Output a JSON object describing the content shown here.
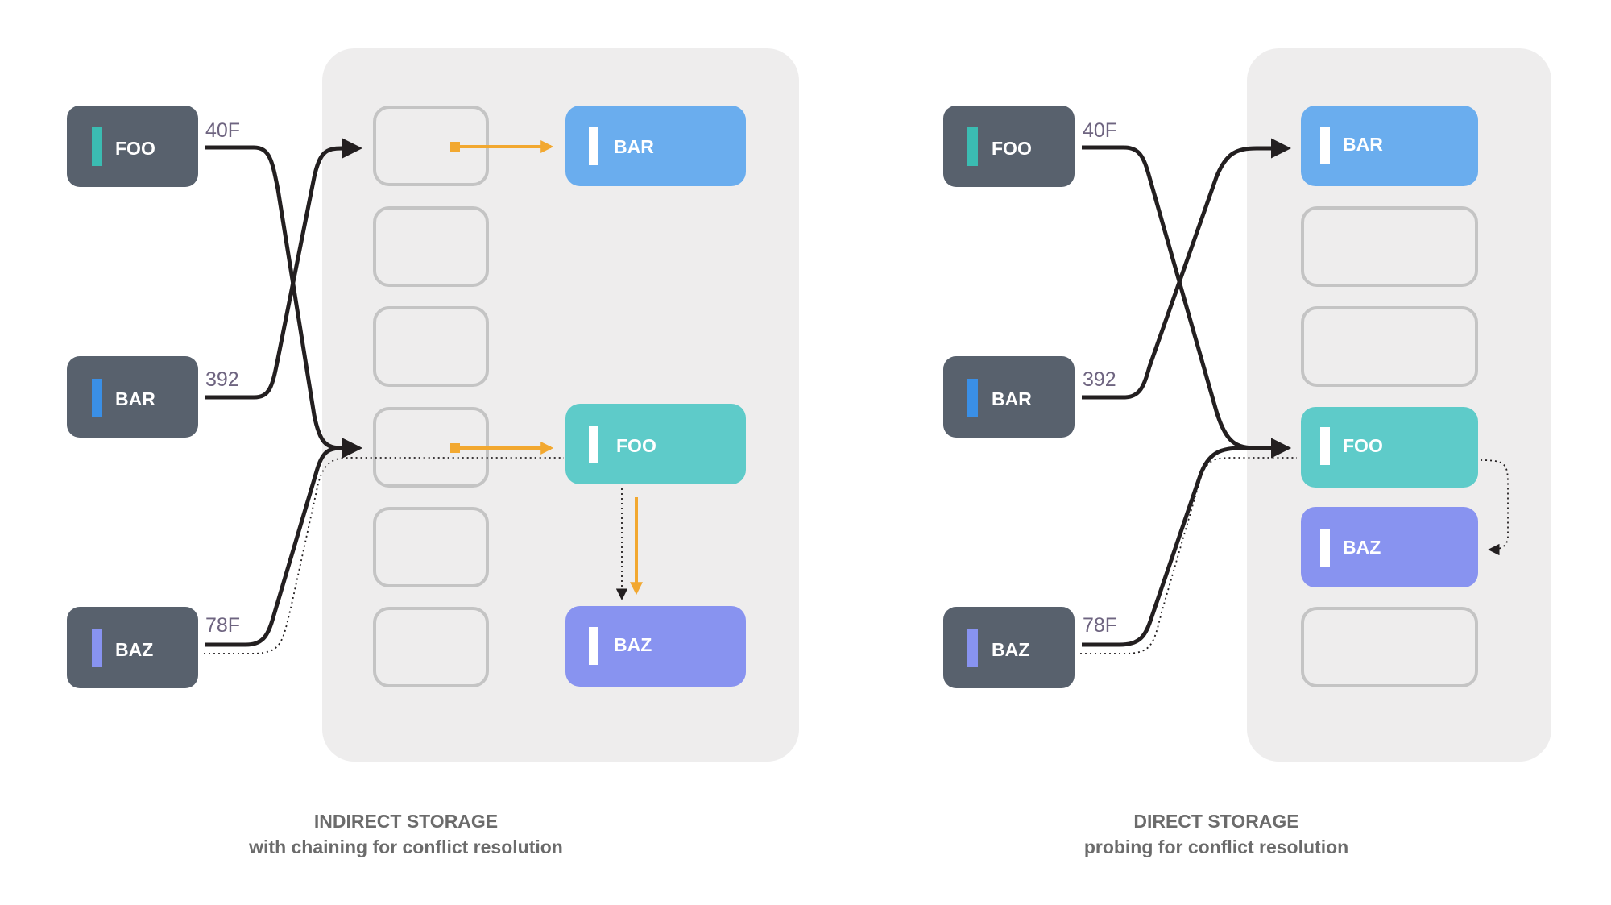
{
  "colors": {
    "key_box": "#58616d",
    "panel": "#eeeded",
    "empty_slot_border": "#c4c4c4",
    "bar": "#6aadee",
    "foo": "#5ecbc9",
    "baz": "#8893f0",
    "foo_tag": "#3bbcb2",
    "bar_tag": "#3a8fe6",
    "baz_tag": "#8893f0",
    "arrow": "#231f20",
    "pointer": "#f2a830"
  },
  "keys": {
    "foo": {
      "label": "FOO",
      "hash": "40F"
    },
    "bar": {
      "label": "BAR",
      "hash": "392"
    },
    "baz": {
      "label": "BAZ",
      "hash": "78F"
    }
  },
  "indirect": {
    "slot_count": 6,
    "entries": {
      "bar": "BAR",
      "foo": "FOO",
      "baz": "BAZ"
    },
    "caption": {
      "title": "INDIRECT STORAGE",
      "subtitle": "with chaining for conflict resolution"
    }
  },
  "direct": {
    "slot_count": 6,
    "entries": {
      "bar": "BAR",
      "foo": "FOO",
      "baz": "BAZ"
    },
    "caption": {
      "title": "DIRECT STORAGE",
      "subtitle": "probing for conflict resolution"
    }
  }
}
